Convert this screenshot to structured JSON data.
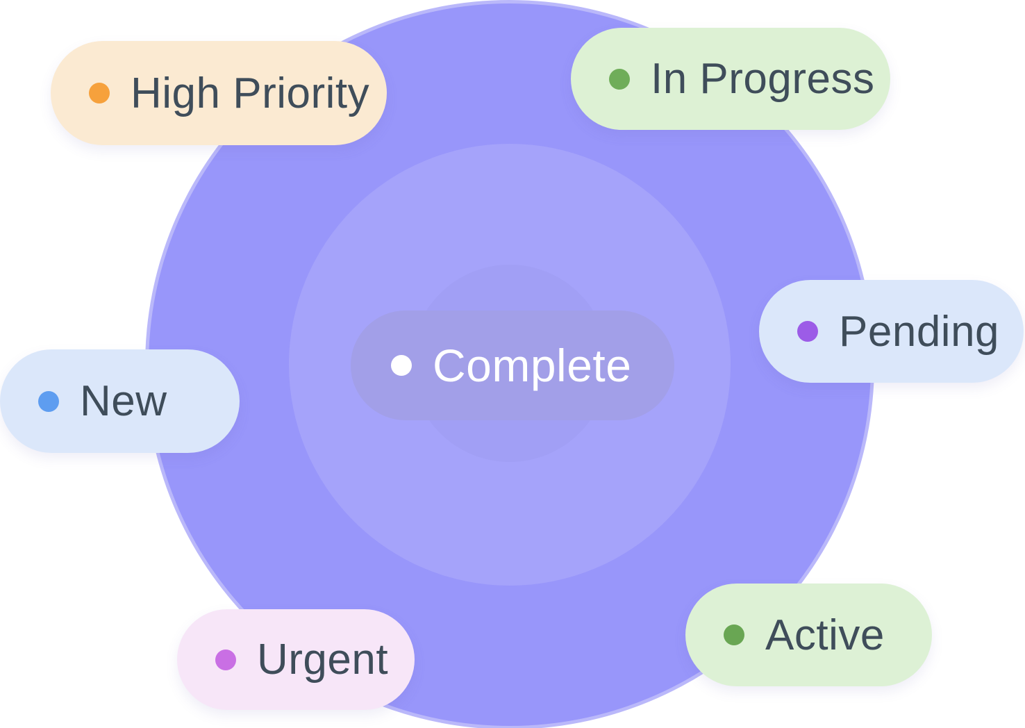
{
  "diagram": {
    "title": "status-tags-radial-diagram",
    "text_color": "#3F4D5A",
    "rings": [
      {
        "name": "outer",
        "color": "#9896FA",
        "rim_color": "#B2B0F9"
      },
      {
        "name": "middle",
        "color": "#A5A3FA"
      },
      {
        "name": "inner",
        "color": "#A19FF5"
      }
    ],
    "center": {
      "label": "Complete",
      "bg": "#A29FE8",
      "dot_color": "#FFFFFF",
      "text_color": "#FFFFFF"
    },
    "tags": [
      {
        "label": "High Priority",
        "bg": "#FBEAD2",
        "dot": "#F6A13C"
      },
      {
        "label": "In Progress",
        "bg": "#DDF1D4",
        "dot": "#6FAD59"
      },
      {
        "label": "Pending",
        "bg": "#DBE7FA",
        "dot": "#9C5CE7"
      },
      {
        "label": "New",
        "bg": "#DBE7FA",
        "dot": "#5E9DF0"
      },
      {
        "label": "Urgent",
        "bg": "#F7E6F8",
        "dot": "#C96FE4"
      },
      {
        "label": "Active",
        "bg": "#DDF1D5",
        "dot": "#69A653"
      }
    ]
  }
}
